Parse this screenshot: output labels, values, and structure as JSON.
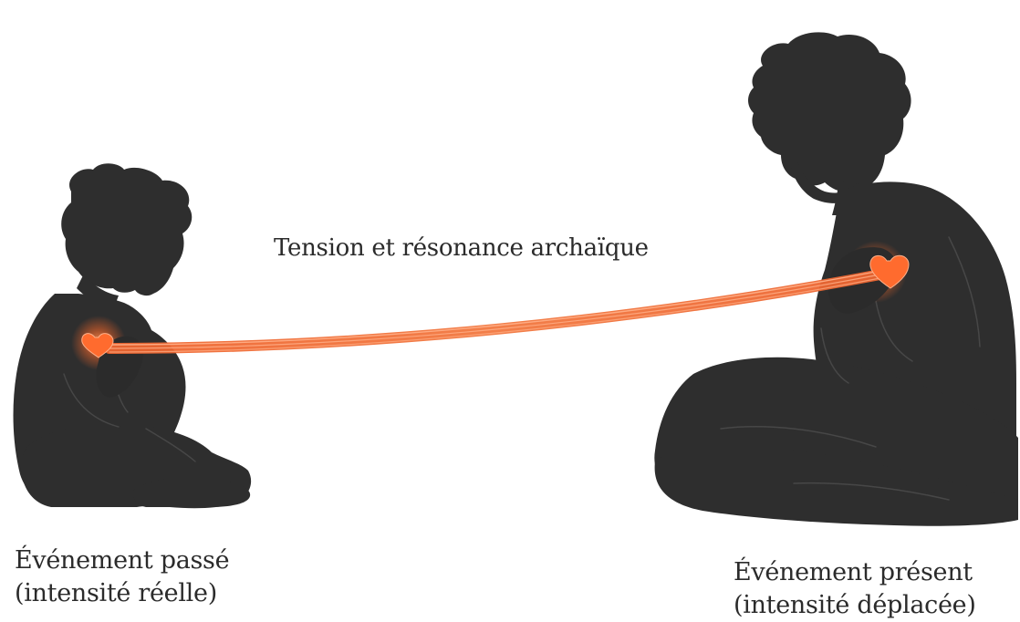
{
  "labels": {
    "connection": "Tension et résonance archaïque",
    "past_line1": "Événement passé",
    "past_line2": "(intensité réelle)",
    "present_line1": "Événement présent",
    "present_line2": "(intensité déplacée)"
  },
  "colors": {
    "background": "#ffffff",
    "silhouette": "#2e2e2e",
    "silhouette_edge": "#3d3d3d",
    "thread": "#ef6a35",
    "thread_highlight": "#ffb089",
    "heart_glow": "#ff7a3a",
    "text": "#2b2b2b"
  },
  "figures": {
    "child": {
      "role": "child",
      "pose": "seated",
      "heart_icon": "heart-icon"
    },
    "adult": {
      "role": "adult",
      "pose": "seated",
      "heart_icon": "heart-icon"
    }
  }
}
